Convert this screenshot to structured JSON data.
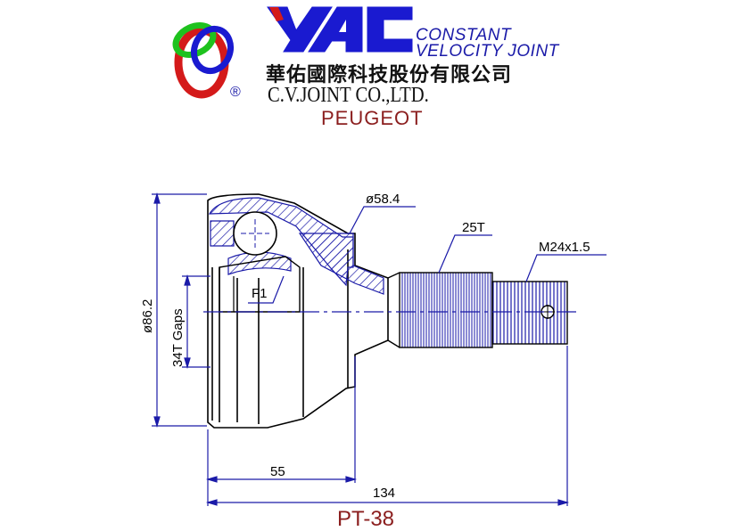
{
  "brand": {
    "logo_text": "YAC",
    "subtitle_line1": "CONSTANT",
    "subtitle_line2": "VELOCITY JOINT",
    "registered_mark": "®",
    "company_name_cn": "華佑國際科技股份有限公司",
    "company_name_en": "C.V.JOINT CO.,LTD."
  },
  "vehicle_make": "PEUGEOT",
  "dimensions": {
    "outer_diameter": "ø86.2",
    "body_diameter": "ø58.4",
    "spline_count": "25T",
    "thread": "M24x1.5",
    "abs_ring": "34T Gaps",
    "f1": "F1",
    "length_short": "55",
    "length_total": "134"
  },
  "part_number": "PT-38",
  "colors": {
    "ink": "#000000",
    "hatch": "#1a1aa8",
    "dimension": "#1a1aa8",
    "accent_red": "#8b1e1e",
    "logo_red": "#d41a1a",
    "logo_green": "#1ec21e",
    "logo_blue": "#1a1ad0"
  }
}
